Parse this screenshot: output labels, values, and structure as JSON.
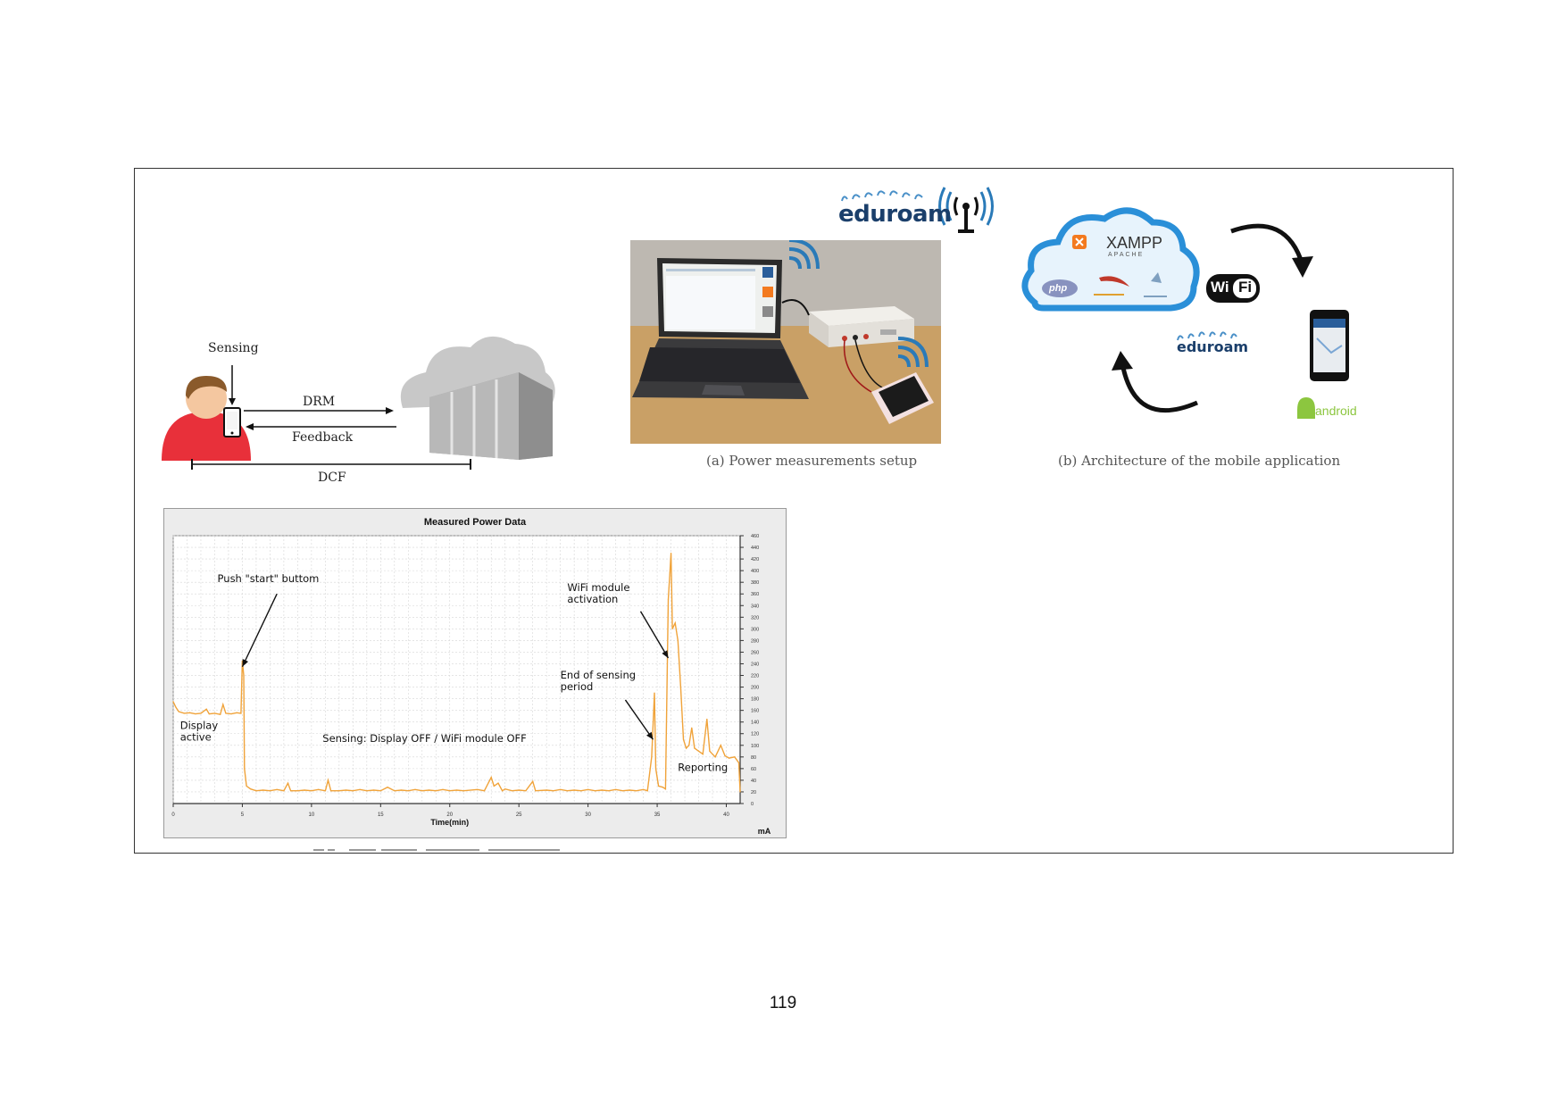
{
  "page_number": "119",
  "diagram": {
    "sensing_label": "Sensing",
    "drm_label": "DRM",
    "feedback_label": "Feedback",
    "dcf_label": "DCF",
    "colors": {
      "person": "#e8303a",
      "skin": "#f4c7a0",
      "hair": "#8a5a2b",
      "cloud": "#c8c8c8",
      "datacenter": "#9a9a9a"
    }
  },
  "figure_a": {
    "caption": "(a) Power measurements setup",
    "eduroam_logo_text": "eduroam",
    "photo_laptop_icons": [
      "xampp-icon",
      "network-icon",
      "folder-icon"
    ]
  },
  "figure_b": {
    "caption": "(b) Architecture of the mobile application",
    "cloud_title": "XAMPP",
    "cloud_subtitle": "APACHE",
    "php_badge": "php",
    "wifi_badge_wi": "Wi",
    "wifi_badge_fi": "Fi",
    "eduroam_text": "eduroam",
    "android_text": "android",
    "colors": {
      "cloud_border": "#2a8fd8",
      "cloud_fill": "#e7f3fc",
      "xampp": "#f37a1f",
      "android": "#8cc63f"
    }
  },
  "chart_data": {
    "type": "line",
    "title": "Measured Power Data",
    "xlabel": "Time(min)",
    "ylabel": "mA",
    "xlim": [
      0,
      41
    ],
    "ylim": [
      0,
      460
    ],
    "x_ticks": [
      0,
      5,
      10,
      15,
      20,
      25,
      30,
      35,
      40
    ],
    "y_ticks": [
      0,
      20,
      40,
      60,
      80,
      100,
      120,
      140,
      160,
      180,
      200,
      220,
      240,
      260,
      280,
      300,
      320,
      340,
      360,
      380,
      400,
      420,
      440,
      460
    ],
    "grid": true,
    "line_color": "#f0a33a",
    "annotations": [
      {
        "text": "Push \"start\" buttom",
        "x": 5.0,
        "y": 235
      },
      {
        "text": "WiFi module activation",
        "x": 35.8,
        "y": 250
      },
      {
        "text": "End of sensing period",
        "x": 34.8,
        "y": 100
      },
      {
        "text": "Display active",
        "x": 0.5,
        "y": 100
      },
      {
        "text": "Sensing: Display OFF / WiFi module OFF",
        "x": 19,
        "y": 100
      },
      {
        "text": "Reporting",
        "x": 38.5,
        "y": 40
      }
    ],
    "series": [
      {
        "values": [
          [
            0.0,
            175
          ],
          [
            0.2,
            165
          ],
          [
            0.4,
            158
          ],
          [
            0.8,
            155
          ],
          [
            1.2,
            156
          ],
          [
            1.6,
            154
          ],
          [
            2.0,
            155
          ],
          [
            2.4,
            162
          ],
          [
            2.6,
            154
          ],
          [
            3.0,
            155
          ],
          [
            3.4,
            153
          ],
          [
            3.6,
            170
          ],
          [
            3.8,
            155
          ],
          [
            4.2,
            154
          ],
          [
            4.6,
            156
          ],
          [
            4.9,
            155
          ],
          [
            5.0,
            245
          ],
          [
            5.1,
            220
          ],
          [
            5.15,
            60
          ],
          [
            5.3,
            30
          ],
          [
            5.6,
            25
          ],
          [
            6.0,
            22
          ],
          [
            6.5,
            23
          ],
          [
            7.0,
            22
          ],
          [
            7.5,
            24
          ],
          [
            8.0,
            22
          ],
          [
            8.3,
            35
          ],
          [
            8.5,
            22
          ],
          [
            9.0,
            22
          ],
          [
            9.5,
            23
          ],
          [
            10.0,
            22
          ],
          [
            10.5,
            24
          ],
          [
            11.0,
            22
          ],
          [
            11.2,
            40
          ],
          [
            11.4,
            22
          ],
          [
            12.0,
            22
          ],
          [
            12.5,
            23
          ],
          [
            13.0,
            22
          ],
          [
            13.5,
            24
          ],
          [
            14.0,
            22
          ],
          [
            14.5,
            23
          ],
          [
            15.0,
            22
          ],
          [
            15.5,
            28
          ],
          [
            16.0,
            22
          ],
          [
            16.5,
            23
          ],
          [
            17.0,
            22
          ],
          [
            17.5,
            24
          ],
          [
            18.0,
            22
          ],
          [
            18.5,
            23
          ],
          [
            19.0,
            22
          ],
          [
            19.5,
            24
          ],
          [
            20.0,
            22
          ],
          [
            20.5,
            23
          ],
          [
            21.0,
            22
          ],
          [
            22.0,
            24
          ],
          [
            22.5,
            22
          ],
          [
            23.0,
            45
          ],
          [
            23.2,
            30
          ],
          [
            23.5,
            35
          ],
          [
            23.8,
            22
          ],
          [
            24.0,
            25
          ],
          [
            24.5,
            22
          ],
          [
            25.0,
            23
          ],
          [
            25.5,
            22
          ],
          [
            26.0,
            38
          ],
          [
            26.2,
            22
          ],
          [
            27.0,
            23
          ],
          [
            27.5,
            22
          ],
          [
            28.0,
            24
          ],
          [
            28.5,
            22
          ],
          [
            29.0,
            23
          ],
          [
            29.5,
            22
          ],
          [
            30.0,
            24
          ],
          [
            30.5,
            22
          ],
          [
            31.0,
            23
          ],
          [
            31.5,
            22
          ],
          [
            32.0,
            24
          ],
          [
            32.5,
            22
          ],
          [
            33.0,
            23
          ],
          [
            33.5,
            22
          ],
          [
            34.0,
            24
          ],
          [
            34.3,
            22
          ],
          [
            34.6,
            80
          ],
          [
            34.8,
            190
          ],
          [
            34.9,
            60
          ],
          [
            35.1,
            30
          ],
          [
            35.4,
            28
          ],
          [
            35.6,
            25
          ],
          [
            35.8,
            350
          ],
          [
            36.0,
            430
          ],
          [
            36.1,
            300
          ],
          [
            36.3,
            310
          ],
          [
            36.5,
            280
          ],
          [
            36.7,
            200
          ],
          [
            36.9,
            110
          ],
          [
            37.1,
            95
          ],
          [
            37.3,
            100
          ],
          [
            37.5,
            130
          ],
          [
            37.7,
            95
          ],
          [
            38.0,
            90
          ],
          [
            38.3,
            85
          ],
          [
            38.6,
            145
          ],
          [
            38.8,
            90
          ],
          [
            39.2,
            80
          ],
          [
            39.6,
            100
          ],
          [
            39.9,
            82
          ],
          [
            40.2,
            78
          ],
          [
            40.6,
            80
          ],
          [
            40.9,
            70
          ],
          [
            41.0,
            20
          ]
        ]
      }
    ]
  }
}
